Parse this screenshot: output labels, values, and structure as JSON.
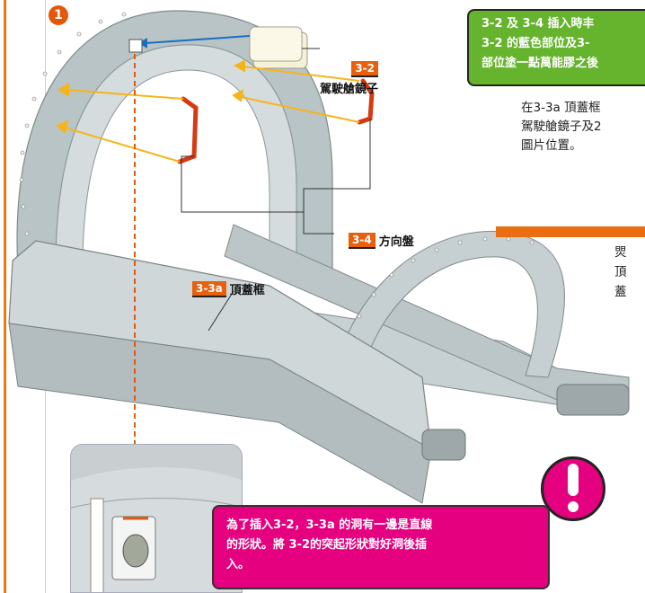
{
  "step": {
    "number": "1"
  },
  "parts": {
    "p32": {
      "code": "3-2",
      "name": "駕駛艙鏡子"
    },
    "p34": {
      "code": "3-4",
      "name": "方向盤"
    },
    "p33a": {
      "code": "3-3a",
      "name": "頂蓋框"
    }
  },
  "green_note": {
    "lines": [
      "3-2 及 3-4  插入時丰",
      "3-2 的藍色部位及3-",
      "部位塗一點萬能膠之後"
    ]
  },
  "right_text": {
    "lines": [
      "在3-3a 頂蓋框",
      "駕駛艙鏡子及2",
      "圖片位置。"
    ]
  },
  "right_text2": {
    "lines": [
      "焸",
      "頂",
      "蓋"
    ]
  },
  "warning": {
    "lines": [
      "為了插入3-2，3-3a 的洞有一邊是直線",
      "的形狀。將 3-2的突起形狀對好洞後插",
      "入。"
    ]
  },
  "colors": {
    "accent": "#e8600e",
    "green": "#66b32e",
    "pink": "#e4007f",
    "arrow_yellow": "#f5b51a",
    "arrow_blue": "#1670c2"
  }
}
